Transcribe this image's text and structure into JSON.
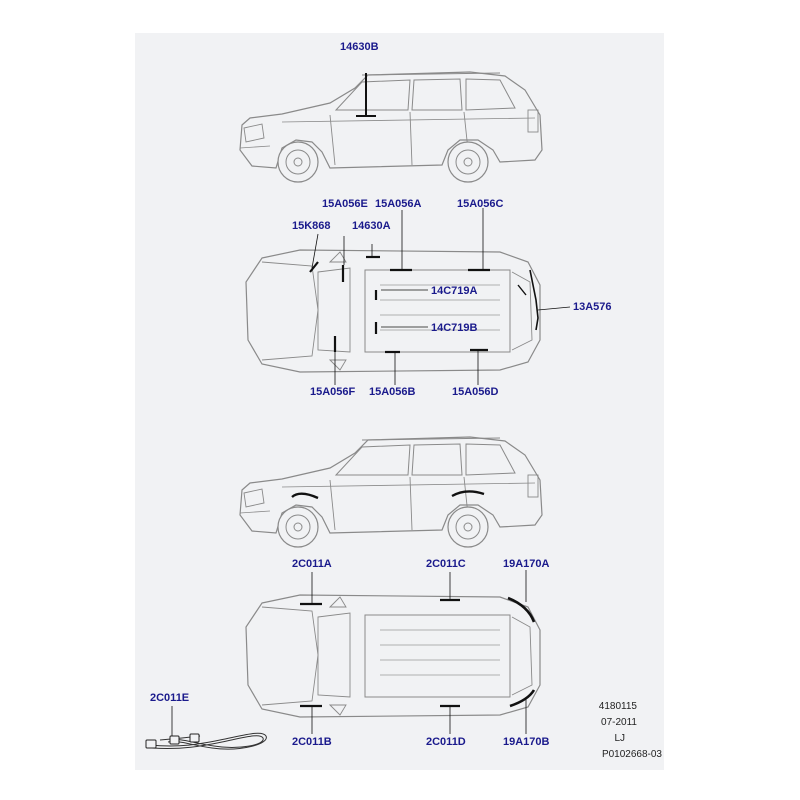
{
  "diagram": {
    "labels": {
      "l14630B": "14630B",
      "l15A056E": "15A056E",
      "l15A056A": "15A056A",
      "l15A056C": "15A056C",
      "l15K868": "15K868",
      "l14630A": "14630A",
      "l14C719A": "14C719A",
      "l14C719B": "14C719B",
      "l13A576": "13A576",
      "l15A056F": "15A056F",
      "l15A056B": "15A056B",
      "l15A056D": "15A056D",
      "l2C011A": "2C011A",
      "l2C011C": "2C011C",
      "l19A170A": "19A170A",
      "l2C011E": "2C011E",
      "l2C011B": "2C011B",
      "l2C011D": "2C011D",
      "l19A170B": "19A170B"
    },
    "meta": {
      "number": "4180115",
      "date": "07-2011",
      "initials": "LJ",
      "ref": "P0102668-03"
    },
    "colors": {
      "label": "#1a1a8c",
      "outline": "#8a8a8a",
      "part": "#111111",
      "sheet": "#f1f2f4"
    }
  }
}
